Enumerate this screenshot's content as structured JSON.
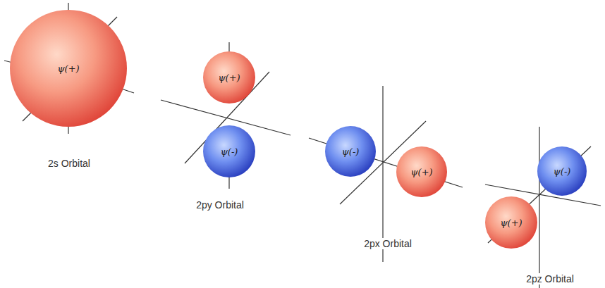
{
  "diagram": {
    "nodes": [
      {
        "text": [
          "ψ(+)"
        ]
      },
      {
        "text": [
          "ψ(+)"
        ]
      },
      {
        "text": [
          "ψ(-)"
        ]
      },
      {
        "text": [
          "ψ(-)"
        ]
      },
      {
        "text": [
          "ψ(+)"
        ]
      },
      {
        "text": [
          "ψ(-)"
        ]
      },
      {
        "text": [
          "ψ(+)"
        ]
      }
    ],
    "labels": [
      "2s Orbital",
      "2py Orbital",
      "2px Orbital",
      "2pz Orbital"
    ]
  }
}
